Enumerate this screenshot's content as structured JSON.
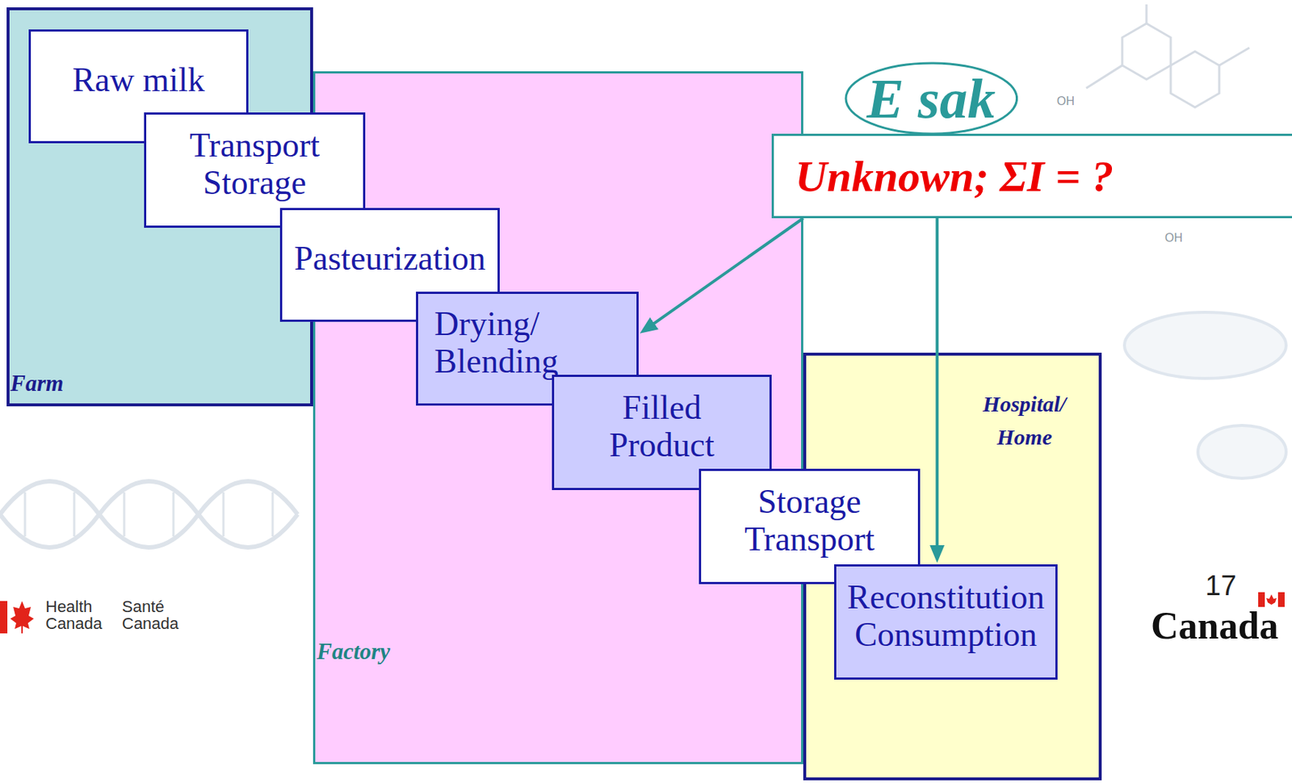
{
  "diagram": {
    "nodes": [
      {
        "text": [
          "Farm"
        ]
      },
      {
        "text": [
          "Raw milk"
        ],
        "in": 0
      },
      {
        "text": [
          "Transport Storage"
        ],
        "in": 0
      },
      {
        "text": [
          "Factory"
        ]
      },
      {
        "text": [
          "Pasteurization"
        ],
        "in": 3
      },
      {
        "text": [
          "Drying/ Blending"
        ],
        "in": 3
      },
      {
        "text": [
          "Filled Product"
        ],
        "in": 3
      },
      {
        "text": [
          "Storage Transport"
        ],
        "in": 3
      },
      {
        "text": [
          "Hospital/ Home"
        ]
      },
      {
        "text": [
          "Reconstitution Consumption"
        ],
        "in": 8
      },
      {
        "text": [
          "E sak"
        ]
      },
      {
        "text": [
          "Unknown; ΣI = ?"
        ]
      }
    ],
    "edges": [
      {
        "from": 11,
        "to": 5,
        "arrow": "to"
      },
      {
        "from": 11,
        "to": 9,
        "arrow": "to"
      }
    ],
    "labels": [
      "OH",
      "OH",
      "Health Canada",
      "Santé Canada",
      "17",
      "Canada"
    ]
  }
}
